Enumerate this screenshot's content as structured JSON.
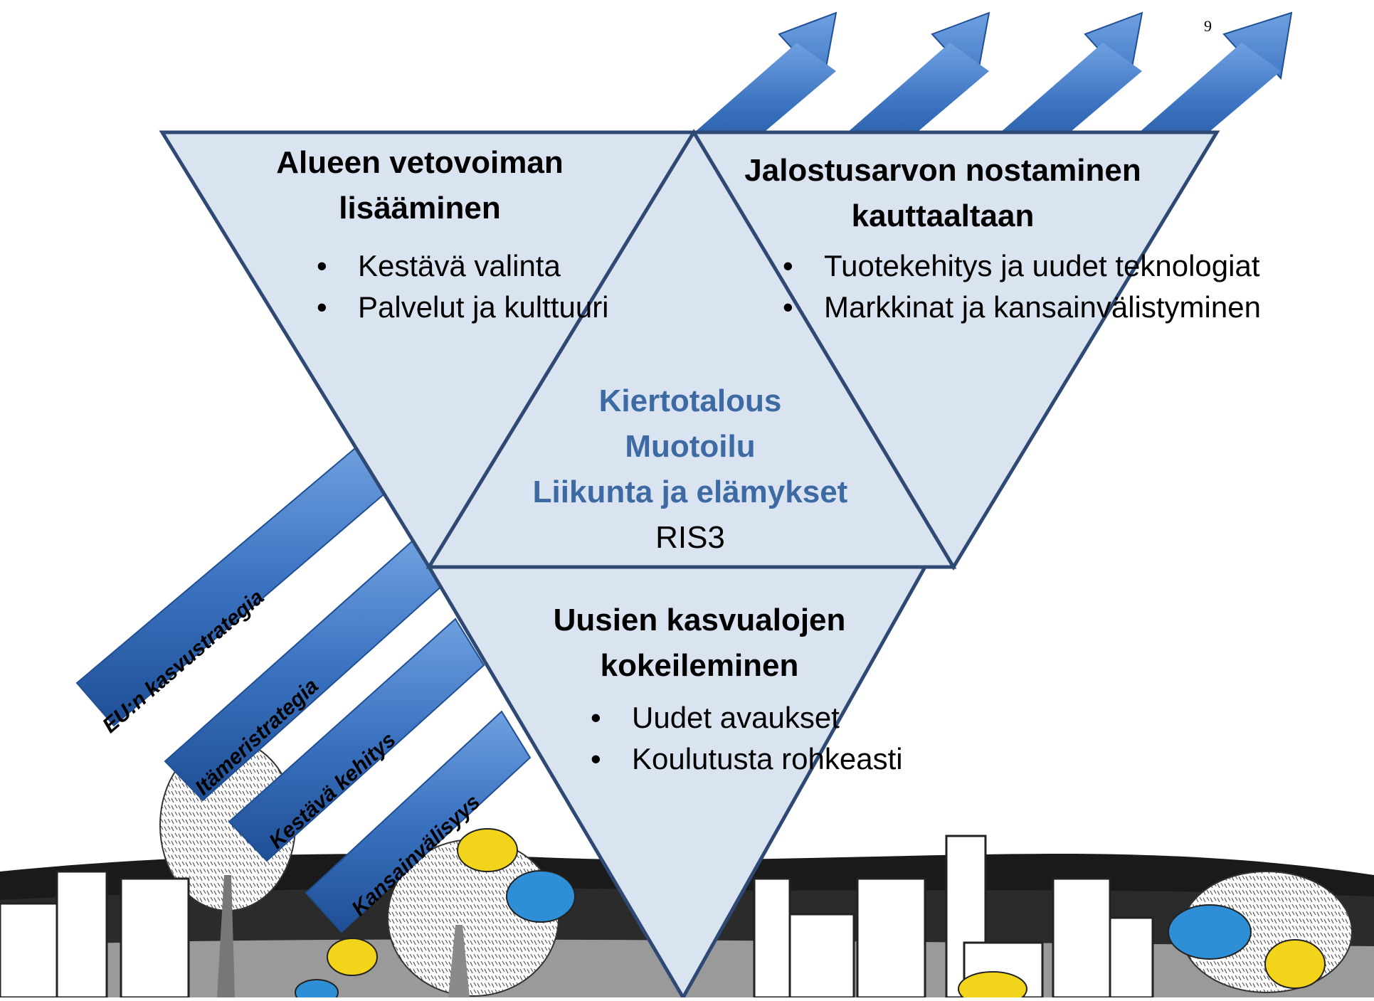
{
  "page_number": "9",
  "triangles": {
    "left": {
      "title_lines": [
        "Alueen vetovoiman",
        "lisääminen"
      ],
      "bullets": [
        "Kestävä valinta",
        "Palvelut ja kulttuuri"
      ]
    },
    "right": {
      "title_lines": [
        "Jalostusarvon nostaminen",
        "kauttaaltaan"
      ],
      "bullets": [
        "Tuotekehitys ja uudet teknologiat",
        "Markkinat ja kansainvälistyminen"
      ]
    },
    "bottom": {
      "title_lines": [
        "Uusien kasvualojen",
        "kokeileminen"
      ],
      "bullets": [
        "Uudet avaukset",
        "Koulutusta rohkeasti"
      ]
    },
    "center": {
      "lines": [
        "Kiertotalous",
        "Muotoilu",
        "Liikunta ja elämykset"
      ],
      "tag": "RIS3"
    }
  },
  "arrows": [
    "EU:n kasvustrategia",
    "Itämeristrategia",
    "Kestävä kehitys",
    "Kansainvälisyys"
  ],
  "bullet_glyph": "•",
  "colors": {
    "triangle_fill": "#dae3f0",
    "triangle_stroke": "#2e4a74",
    "arrow_fill": "#3f78c4",
    "core_text": "#3d6aa3"
  }
}
